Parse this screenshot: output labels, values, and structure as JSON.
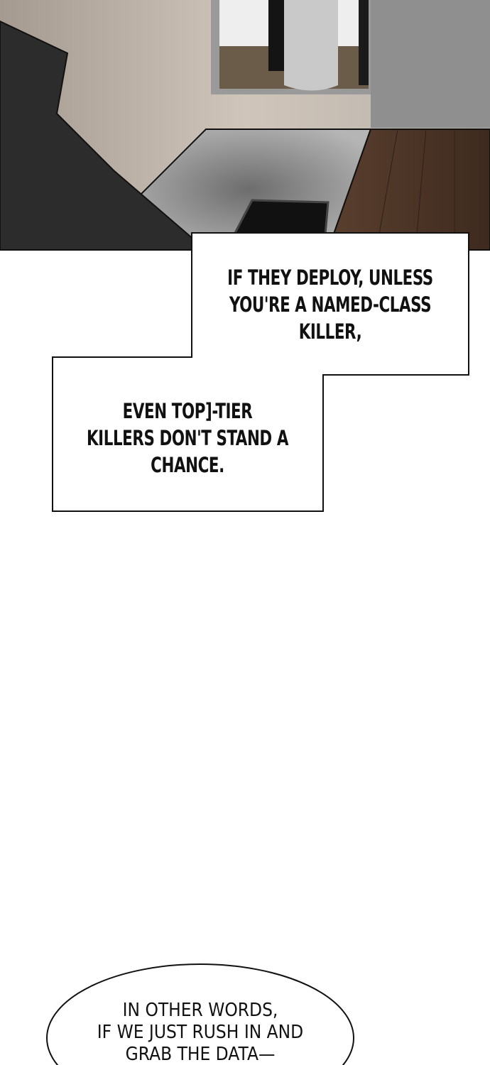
{
  "panel": {
    "description_colors": {
      "coat": "#2b2b2b",
      "wall": "#b8aea4",
      "floor": "#8e8e8e",
      "wood": "#4a3426",
      "doorway": "#f0f0f0"
    }
  },
  "captions": [
    {
      "lines": [
        "IF THEY DEPLOY, UNLESS",
        "YOU'RE A NAMED-CLASS",
        "KILLER,"
      ]
    },
    {
      "lines": [
        "EVEN TOP]-TIER",
        "KILLERS DON'T STAND A",
        "CHANCE."
      ]
    }
  ],
  "bubble": {
    "lines": [
      "IN OTHER WORDS,",
      "IF WE JUST RUSH IN AND",
      "GRAB THE DATA—"
    ]
  }
}
